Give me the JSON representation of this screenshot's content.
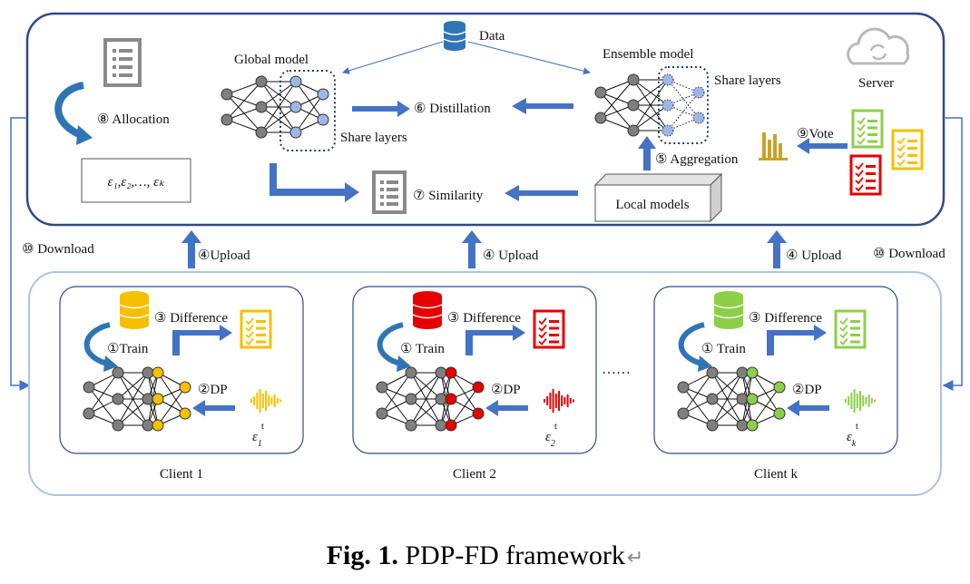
{
  "server": {
    "data_label": "Data",
    "global_model_label": "Global model",
    "global_share_layers": "Share layers",
    "ensemble_model_label": "Ensemble  model",
    "ensemble_share_layers": "Share layers",
    "server_label": "Server",
    "allocation_label": "⑧ Allocation",
    "epsilon_list": "ε₁,ε₂,…, εₖ",
    "distillation_label": "⑥ Distillation",
    "similarity_label": "⑦ Similarity",
    "local_models_label": "Local models",
    "aggregation_label": "⑤ Aggregation",
    "vote_label": "⑨Vote"
  },
  "links": {
    "download_left": "⑩ Download",
    "download_right": "⑩ Download",
    "upload_1": "④Upload",
    "upload_2": "④ Upload",
    "upload_3": "④ Upload"
  },
  "clients": [
    {
      "name": "Client 1",
      "color": "#f5c000",
      "train": "①Train",
      "difference": "③ Difference",
      "dp": "②DP",
      "eps_main": "ε",
      "eps_sup": "t",
      "eps_sub": "1"
    },
    {
      "name": "Client 2",
      "color": "#e60000",
      "train": "① Train",
      "difference": "③ Difference",
      "dp": "②DP",
      "eps_main": "ε",
      "eps_sup": "t",
      "eps_sub": "2"
    },
    {
      "name": "Client k",
      "color": "#8ccf4a",
      "train": "① Train",
      "difference": "③ Difference",
      "dp": "②DP",
      "eps_main": "ε",
      "eps_sup": "t",
      "eps_sub": "k"
    }
  ],
  "ellipsis": "……",
  "caption": {
    "bold": "Fig. 1.",
    "rest": " PDP-FD framework"
  },
  "colors": {
    "frame": "#2e4a8c",
    "clients_frame": "#a9c3e6",
    "arrow": "#4472c4",
    "node_blue": "#9db7e8",
    "node_gray": "#7f7f7f"
  }
}
